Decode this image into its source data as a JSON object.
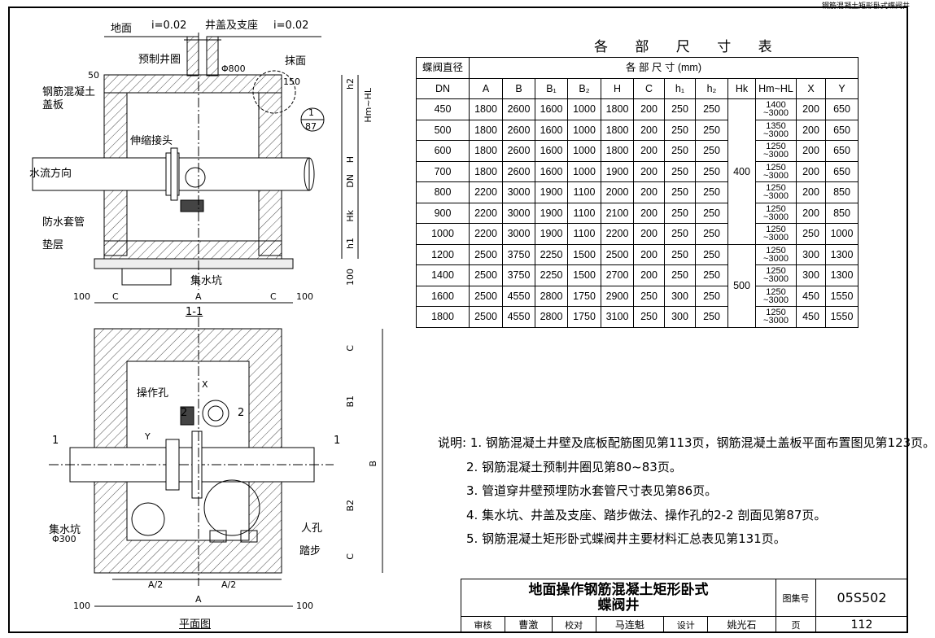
{
  "header": {
    "corner": "钢筋混凝土矩形卧式蝶阀井"
  },
  "table": {
    "title": "各 部 尺 寸 表",
    "head1": "蝶阀直径",
    "head1b": "DN",
    "headDims": "各 部 尺 寸 (mm)",
    "cols": [
      "A",
      "B",
      "B₁",
      "B₂",
      "H",
      "C",
      "h₁",
      "h₂",
      "Hk",
      "Hm~HL",
      "X",
      "Y"
    ],
    "rows": [
      [
        "450",
        "1800",
        "2600",
        "1600",
        "1000",
        "1800",
        "200",
        "250",
        "250",
        "1400",
        "650"
      ],
      [
        "500",
        "1800",
        "2600",
        "1600",
        "1000",
        "1800",
        "200",
        "250",
        "250",
        "1350",
        "650"
      ],
      [
        "600",
        "1800",
        "2600",
        "1600",
        "1000",
        "1800",
        "200",
        "250",
        "250",
        "1250",
        "650"
      ],
      [
        "700",
        "1800",
        "2600",
        "1600",
        "1000",
        "1900",
        "200",
        "250",
        "250",
        "1250",
        "650"
      ],
      [
        "800",
        "2200",
        "3000",
        "1900",
        "1100",
        "2000",
        "200",
        "250",
        "250",
        "1250",
        "850"
      ],
      [
        "900",
        "2200",
        "3000",
        "1900",
        "1100",
        "2100",
        "200",
        "250",
        "250",
        "1250",
        "850"
      ],
      [
        "1000",
        "2200",
        "3000",
        "1900",
        "1100",
        "2200",
        "200",
        "250",
        "250",
        "1250",
        "1000"
      ],
      [
        "1200",
        "2500",
        "3750",
        "2250",
        "1500",
        "2500",
        "200",
        "250",
        "250",
        "1250",
        "1300"
      ],
      [
        "1400",
        "2500",
        "3750",
        "2250",
        "1500",
        "2700",
        "200",
        "250",
        "250",
        "1250",
        "1300"
      ],
      [
        "1600",
        "2500",
        "4550",
        "2800",
        "1750",
        "2900",
        "250",
        "300",
        "250",
        "1250",
        "1550"
      ],
      [
        "1800",
        "2500",
        "4550",
        "2800",
        "1750",
        "3100",
        "250",
        "300",
        "250",
        "1250",
        "1550"
      ]
    ],
    "xvals": [
      "200",
      "200",
      "200",
      "200",
      "200",
      "200",
      "250",
      "300",
      "300",
      "450",
      "450"
    ],
    "hlTail": "~3000",
    "hk1": "400",
    "hk2": "500"
  },
  "notes": [
    "说明: 1. 钢筋混凝土井壁及底板配筋图见第113页，钢筋混凝土盖板平面布置图见第123页。",
    "2. 钢筋混凝土预制井圈见第80~83页。",
    "3. 管道穿井壁预埋防水套管尺寸表见第86页。",
    "4. 集水坑、井盖及支座、踏步做法、操作孔的2-2 剖面见第87页。",
    "5. 钢筋混凝土矩形卧式蝶阀井主要材料汇总表见第131页。"
  ],
  "titleblock": {
    "title1": "地面操作钢筋混凝土矩形卧式",
    "title2": "蝶阀井",
    "atlasLabel": "图集号",
    "atlas": "05S502",
    "pageLabel": "页",
    "page": "112",
    "audit": "审核",
    "auditName": "曹激",
    "check": "校对",
    "checkName": "马连魁",
    "design": "设计",
    "designName": "姚光石"
  },
  "section": {
    "ground": "地面",
    "slope1": "i=0.02",
    "cover": "井盖及支座",
    "slope2": "i=0.02",
    "ring": "预制井圈",
    "phi800": "Φ800",
    "plaster": "抹面",
    "d50": "50",
    "d150": "150",
    "slab": "钢筋混凝土盖板",
    "joint": "伸缩接头",
    "flow": "水流方向",
    "sleeve": "防水套管",
    "cushion": "垫层",
    "sump": "集水坑",
    "ref1": "1",
    "ref87": "87",
    "hm": "Hm~HL",
    "h": "H",
    "dn": "DN",
    "hk": "Hk",
    "h1": "h1",
    "h2": "h2",
    "d100a": "100",
    "c": "C",
    "a": "A",
    "d100b": "100",
    "d100c": "100",
    "cut": "1-1"
  },
  "plan": {
    "hole": "操作孔",
    "x": "X",
    "y": "Y",
    "two": "2",
    "one": "1",
    "sump": "集水坑",
    "phi300": "Φ300",
    "manhole": "人孔",
    "step": "踏步",
    "b1": "B1",
    "b": "B",
    "b2": "B2",
    "c": "C",
    "half": "A/2",
    "a": "A",
    "d100": "100",
    "title": "平面图"
  },
  "icons": [
    "valve-icon",
    "handwheel-icon",
    "section-marker-icon"
  ]
}
